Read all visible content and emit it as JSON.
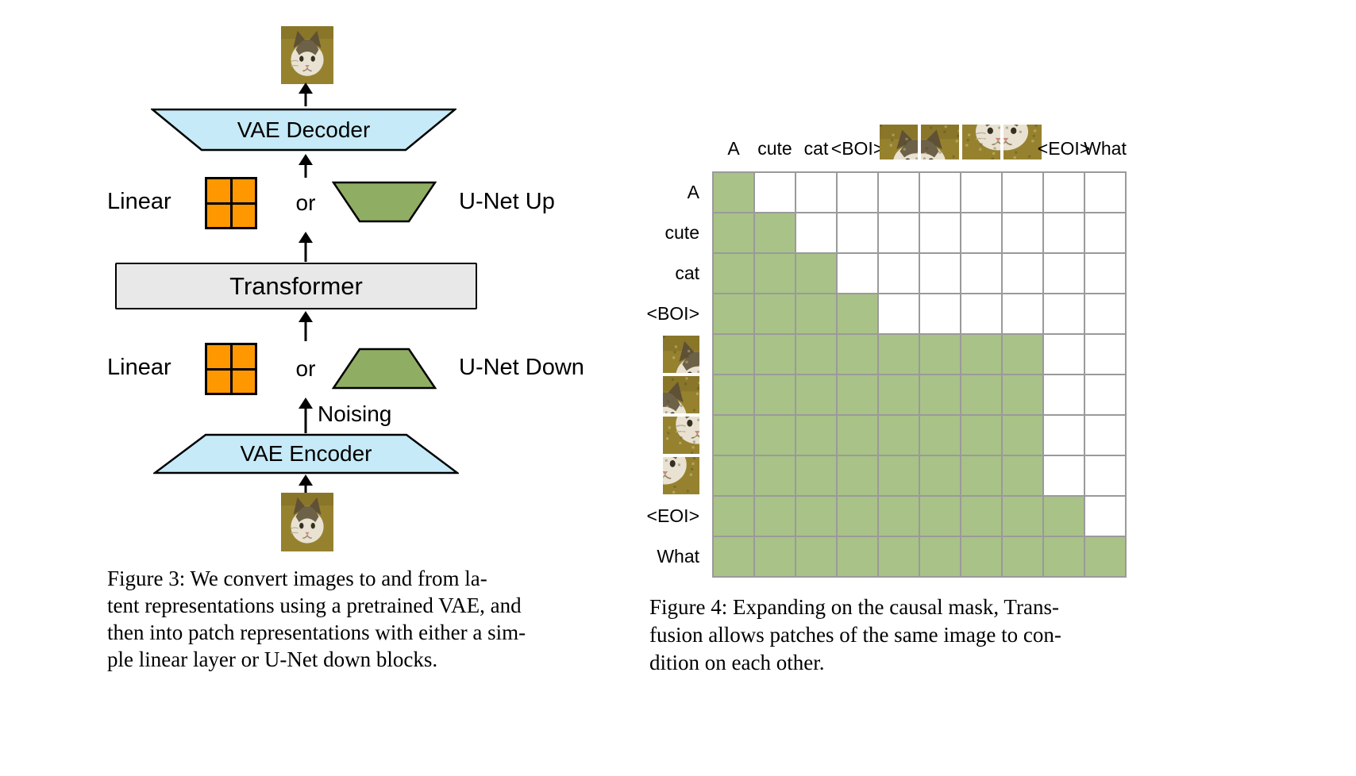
{
  "figure3": {
    "nodes": {
      "vae_decoder": "VAE Decoder",
      "linear_top": "Linear",
      "or_top": "or",
      "unet_up": "U-Net Up",
      "transformer": "Transformer",
      "linear_bottom": "Linear",
      "or_bottom": "or",
      "unet_down": "U-Net Down",
      "noising": "Noising",
      "vae_encoder": "VAE Encoder"
    },
    "images": {
      "top": "cat-photo",
      "bottom": "cat-photo"
    },
    "caption_lines": [
      "Figure 3:  We convert images to and from la-",
      "tent representations using a pretrained VAE, and",
      "then into patch representations with either a sim-",
      "ple linear layer or U-Net down blocks."
    ]
  },
  "figure4": {
    "tokens": [
      {
        "type": "text",
        "label": "A"
      },
      {
        "type": "text",
        "label": "cute"
      },
      {
        "type": "text",
        "label": "cat"
      },
      {
        "type": "text",
        "label": "<BOI>"
      },
      {
        "type": "patch",
        "label": "image-patch-1",
        "crop": "tl"
      },
      {
        "type": "patch",
        "label": "image-patch-2",
        "crop": "tr"
      },
      {
        "type": "patch",
        "label": "image-patch-3",
        "crop": "bl"
      },
      {
        "type": "patch",
        "label": "image-patch-4",
        "crop": "br"
      },
      {
        "type": "text",
        "label": "<EOI>"
      },
      {
        "type": "text",
        "label": "What"
      }
    ],
    "mask": [
      [
        1,
        0,
        0,
        0,
        0,
        0,
        0,
        0,
        0,
        0
      ],
      [
        1,
        1,
        0,
        0,
        0,
        0,
        0,
        0,
        0,
        0
      ],
      [
        1,
        1,
        1,
        0,
        0,
        0,
        0,
        0,
        0,
        0
      ],
      [
        1,
        1,
        1,
        1,
        0,
        0,
        0,
        0,
        0,
        0
      ],
      [
        1,
        1,
        1,
        1,
        1,
        1,
        1,
        1,
        0,
        0
      ],
      [
        1,
        1,
        1,
        1,
        1,
        1,
        1,
        1,
        0,
        0
      ],
      [
        1,
        1,
        1,
        1,
        1,
        1,
        1,
        1,
        0,
        0
      ],
      [
        1,
        1,
        1,
        1,
        1,
        1,
        1,
        1,
        0,
        0
      ],
      [
        1,
        1,
        1,
        1,
        1,
        1,
        1,
        1,
        1,
        0
      ],
      [
        1,
        1,
        1,
        1,
        1,
        1,
        1,
        1,
        1,
        1
      ]
    ],
    "caption_lines": [
      "Figure 4: Expanding on the causal mask, Trans-",
      "fusion allows patches of the same image to con-",
      "dition on each other."
    ]
  },
  "colors": {
    "mask_green": "#a9c287",
    "unet_green": "#90ae63",
    "vae_blue": "#c6eaf7",
    "linear_orange": "#ff9800",
    "transformer_gray": "#e8e8e8",
    "grid_line": "#9a9a9a",
    "arrow_black": "#000000"
  }
}
